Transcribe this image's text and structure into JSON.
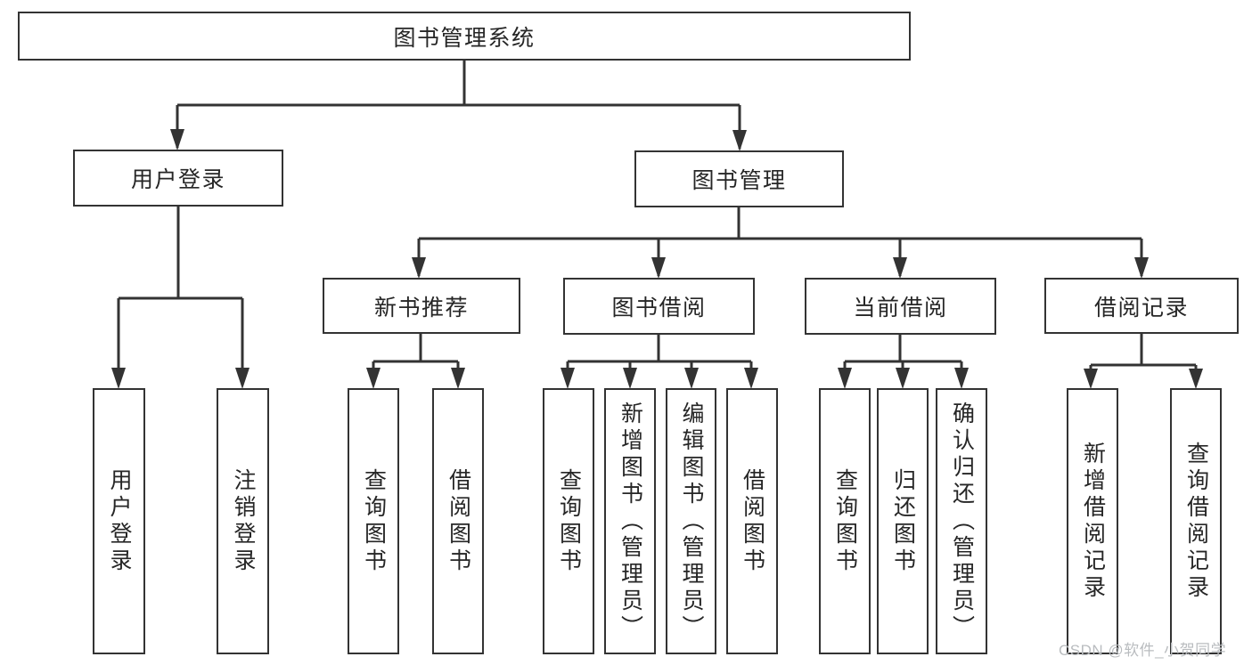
{
  "page": {
    "background": "#ffffff",
    "watermark": "CSDN @软件_小贺同学"
  },
  "colors": {
    "line": "#333333",
    "box_border": "#333333",
    "box_fill": "#ffffff",
    "text": "#262626",
    "watermark": "#b9bcbf"
  },
  "diagram_type": "hierarchy-tree",
  "tree": {
    "label": "图书管理系统",
    "children": [
      {
        "label": "用户登录",
        "children": [
          {
            "label": "用户登录"
          },
          {
            "label": "注销登录"
          }
        ]
      },
      {
        "label": "图书管理",
        "children": [
          {
            "label": "新书推荐",
            "children": [
              {
                "label": "查询图书"
              },
              {
                "label": "借阅图书"
              }
            ]
          },
          {
            "label": "图书借阅",
            "children": [
              {
                "label": "查询图书"
              },
              {
                "label": "新增图书（管理员）"
              },
              {
                "label": "编辑图书（管理员）"
              },
              {
                "label": "借阅图书"
              }
            ]
          },
          {
            "label": "当前借阅",
            "children": [
              {
                "label": "查询图书"
              },
              {
                "label": "归还图书"
              },
              {
                "label": "确认归还（管理员）"
              }
            ]
          },
          {
            "label": "借阅记录",
            "children": [
              {
                "label": "新增借阅记录"
              },
              {
                "label": "查询借阅记录"
              }
            ]
          }
        ]
      }
    ]
  }
}
